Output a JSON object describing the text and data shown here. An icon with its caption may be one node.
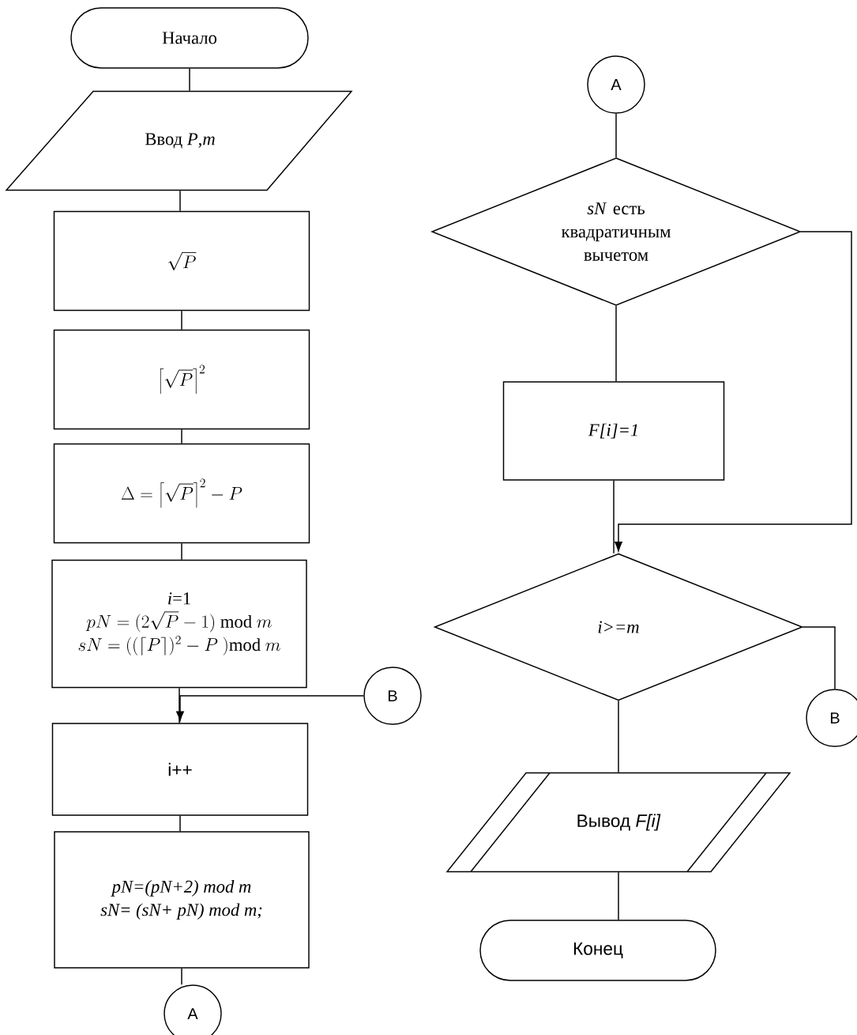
{
  "diagram": {
    "nodes": [
      {
        "text": [
          "Начало"
        ]
      },
      {
        "text": [
          "Ввод *P*,*m*"
        ]
      },
      {
        "text": [
          "\\sqrt{P}"
        ]
      },
      {
        "text": [
          "\\left\\lceil\\sqrt{P}\\right\\rceil^{2}"
        ]
      },
      {
        "text": [
          "\\Delta = \\left\\lceil\\sqrt{P}\\right\\rceil^{2} - P"
        ]
      },
      {
        "text": [
          "*i*=1",
          "pN = (2\\sqrt{P} - 1)\\ \\mathrm{mod}\\ m",
          "sN = ((\\lceil P\\rceil)^{2} - P\\ )\\mathrm{mod}\\ m"
        ]
      },
      {
        "text": [
          "i++"
        ]
      },
      {
        "text": [
          "pN=(pN+2) mod m",
          "sN= (sN+ pN) mod m;"
        ]
      },
      {
        "text": [
          "A"
        ]
      },
      {
        "text": [
          "B"
        ]
      },
      {
        "text": [
          "A"
        ]
      },
      {
        "text": [
          "*sN* есть квадратичным вычетом"
        ]
      },
      {
        "text": [
          "F[i]=1"
        ]
      },
      {
        "text": [
          "i>=m"
        ]
      },
      {
        "text": [
          "B"
        ]
      },
      {
        "text": [
          "Вывод *F[i]*"
        ]
      },
      {
        "text": [
          "Конец"
        ]
      }
    ],
    "edges": [
      {
        "from": 0,
        "to": 1,
        "arrow": "none"
      },
      {
        "from": 1,
        "to": 2,
        "arrow": "none"
      },
      {
        "from": 2,
        "to": 3,
        "arrow": "none"
      },
      {
        "from": 3,
        "to": 4,
        "arrow": "none"
      },
      {
        "from": 4,
        "to": 5,
        "arrow": "none"
      },
      {
        "from": 5,
        "to": 6,
        "arrow": "none"
      },
      {
        "from": 6,
        "to": 7,
        "arrow": "none"
      },
      {
        "from": 7,
        "to": 8,
        "arrow": "none"
      },
      {
        "from": 9,
        "to": 6,
        "arrow": "to"
      },
      {
        "from": 10,
        "to": 11,
        "arrow": "none"
      },
      {
        "from": 11,
        "to": 12,
        "arrow": "none"
      },
      {
        "from": 12,
        "to": 13,
        "arrow": "none"
      },
      {
        "from": 11,
        "to": 13,
        "arrow": "to"
      },
      {
        "from": 13,
        "to": 14,
        "arrow": "none"
      },
      {
        "from": 13,
        "to": 15,
        "arrow": "none"
      },
      {
        "from": 15,
        "to": 16,
        "arrow": "none"
      }
    ]
  }
}
